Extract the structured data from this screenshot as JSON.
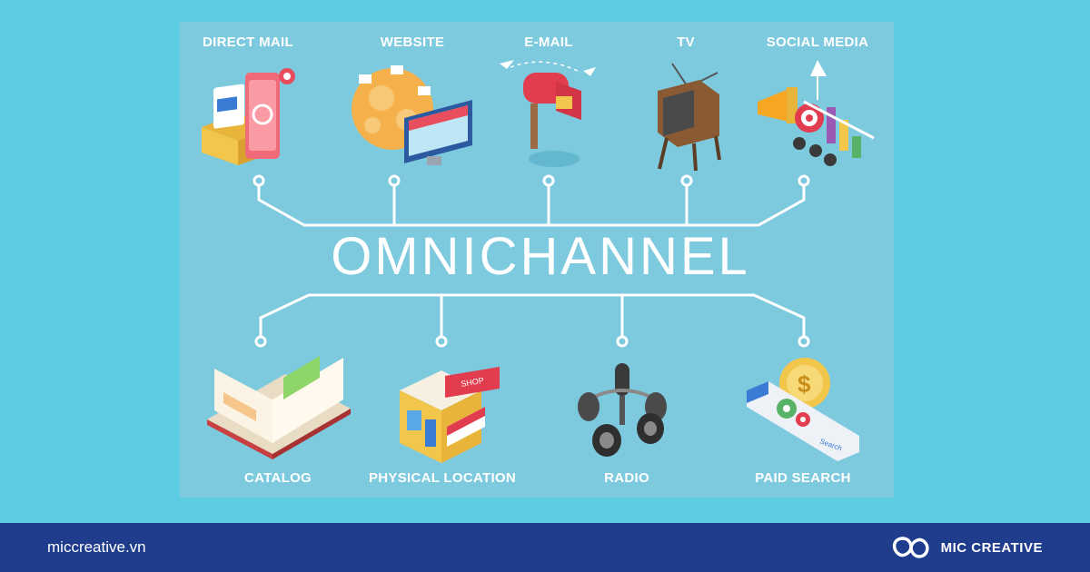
{
  "diagram": {
    "center_label": "OMNICHANNEL",
    "top_channels": [
      {
        "label": "DIRECT MAIL",
        "icon": "direct-mail-icon"
      },
      {
        "label": "WEBSITE",
        "icon": "website-icon"
      },
      {
        "label": "E-MAIL",
        "icon": "email-mailbox-icon"
      },
      {
        "label": "TV",
        "icon": "tv-icon"
      },
      {
        "label": "SOCIAL MEDIA",
        "icon": "social-media-icon"
      }
    ],
    "bottom_channels": [
      {
        "label": "CATALOG",
        "icon": "catalog-book-icon"
      },
      {
        "label": "PHYSICAL LOCATION",
        "icon": "shop-icon"
      },
      {
        "label": "RADIO",
        "icon": "radio-microphone-icon"
      },
      {
        "label": "PAID SEARCH",
        "icon": "paid-search-icon"
      }
    ]
  },
  "footer": {
    "site": "miccreative.vn",
    "brand": "MIC CREATIVE",
    "logo_icon": "mic-creative-logo-icon"
  },
  "colors": {
    "background": "#5dcde3",
    "panel": "#7dcadf",
    "footer": "#1f3d8c",
    "text": "#ffffff"
  }
}
